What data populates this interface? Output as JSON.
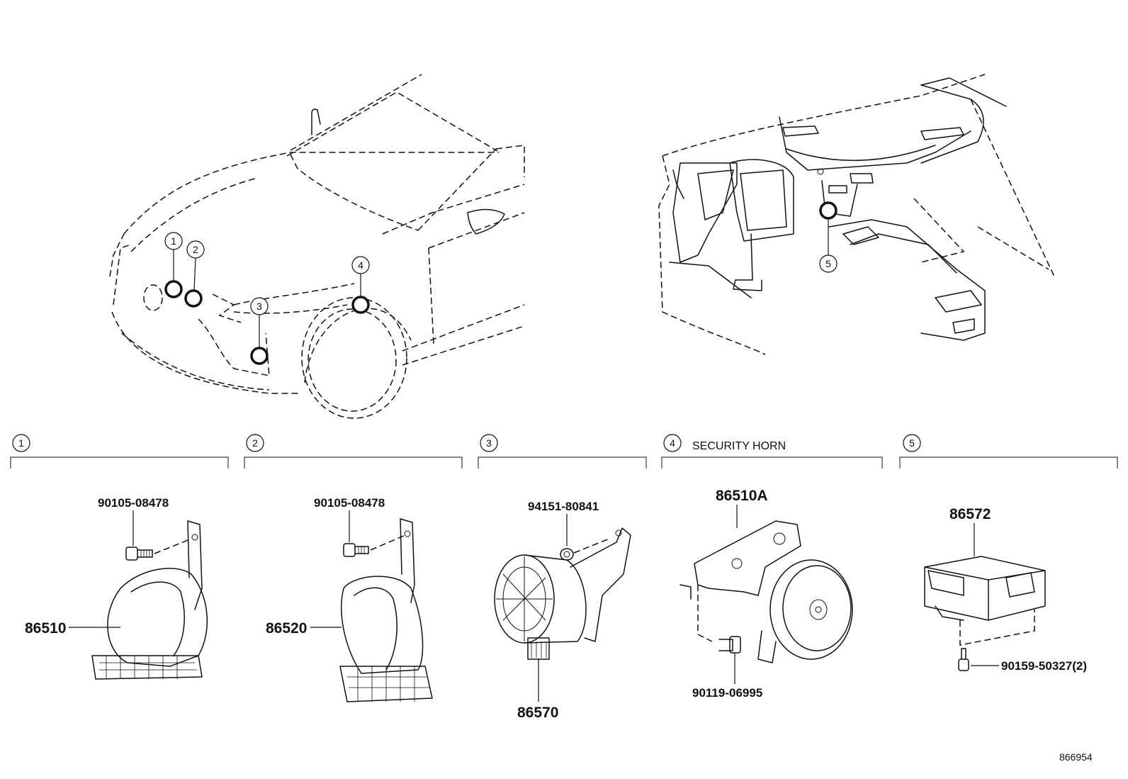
{
  "diagram_id": "866954",
  "sections": [
    {
      "num": "1",
      "title": "",
      "part": "86510",
      "fastener": "90105-08478"
    },
    {
      "num": "2",
      "title": "",
      "part": "86520",
      "fastener": "90105-08478"
    },
    {
      "num": "3",
      "title": "",
      "part": "86570",
      "fastener": "94151-80841"
    },
    {
      "num": "4",
      "title": "SECURITY HORN",
      "part": "86510A",
      "fastener": "90119-06995"
    },
    {
      "num": "5",
      "title": "",
      "part": "86572",
      "fastener": "90159-50327(2)"
    }
  ],
  "locators": {
    "car": [
      "1",
      "2",
      "3",
      "4"
    ],
    "interior": [
      "5"
    ]
  }
}
